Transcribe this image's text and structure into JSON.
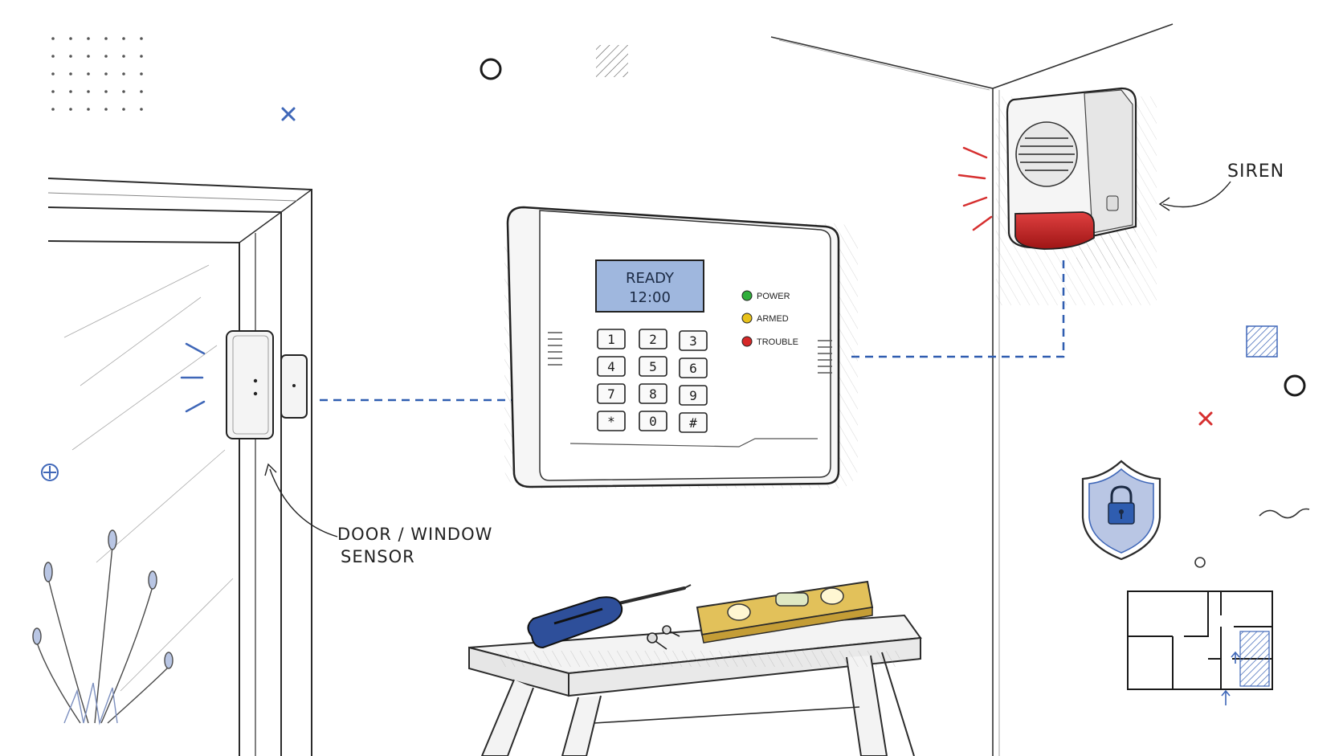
{
  "panel": {
    "display_line1": "READY",
    "display_line2": "12:00",
    "indicators": [
      {
        "label": "POWER",
        "color": "#2fae3a"
      },
      {
        "label": "ARMED",
        "color": "#e8c21a"
      },
      {
        "label": "TROUBLE",
        "color": "#d62828"
      }
    ],
    "keys": [
      "1",
      "2",
      "3",
      "4",
      "5",
      "6",
      "7",
      "8",
      "9",
      "*",
      "0",
      "#"
    ]
  },
  "labels": {
    "sensor_line1": "DOOR / WINDOW",
    "sensor_line2": "SENSOR",
    "siren": "SIREN"
  },
  "colors": {
    "ink": "#2b2b2b",
    "connection": "#2f5db0",
    "accent_blue": "#3f67b8",
    "accent_red": "#d62f2f",
    "siren_red": "#c91f1f",
    "lcd_blue": "#9fb7de",
    "level_yellow": "#e2c15a",
    "screwdriver_blue": "#2e4f9a"
  },
  "icons": [
    "padlock-shield-icon",
    "floor-plan-icon",
    "crosshair-icon",
    "x-mark-icon",
    "circle-icon"
  ]
}
